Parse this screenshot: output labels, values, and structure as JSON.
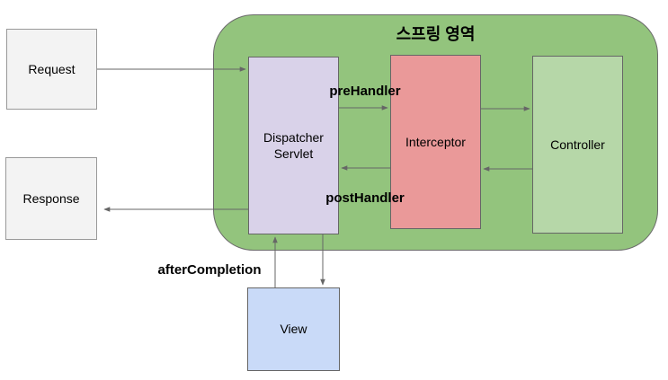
{
  "diagram": {
    "title": "스프링 영역",
    "nodes": {
      "request": {
        "label": "Request"
      },
      "response": {
        "label": "Response"
      },
      "dispatcher": {
        "label": "Dispatcher Servlet"
      },
      "interceptor": {
        "label": "Interceptor"
      },
      "controller": {
        "label": "Controller"
      },
      "view": {
        "label": "View"
      }
    },
    "edge_labels": {
      "pre_handler": "preHandler",
      "post_handler": "postHandler",
      "after_completion": "afterCompletion"
    },
    "colors": {
      "spring_region_fill": "#93c47d",
      "dispatcher_fill": "#d9d2e9",
      "interceptor_fill": "#ea9999",
      "controller_fill": "#b6d7a8",
      "view_fill": "#c9daf8",
      "io_box_fill": "#f3f3f3",
      "arrow_stroke": "#666666"
    }
  }
}
